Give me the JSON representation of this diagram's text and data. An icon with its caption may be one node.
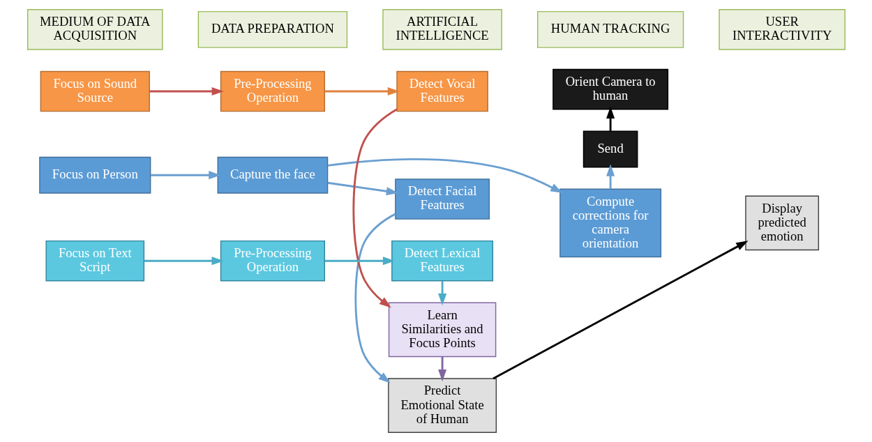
{
  "diagram": {
    "nodes": [
      {
        "text": [
          "MEDIUM OF DATA ACQUISITION"
        ]
      },
      {
        "text": [
          "DATA PREPARATION"
        ]
      },
      {
        "text": [
          "ARTIFICIAL INTELLIGENCE"
        ]
      },
      {
        "text": [
          "HUMAN TRACKING"
        ]
      },
      {
        "text": [
          "USER INTERACTIVITY"
        ]
      },
      {
        "text": [
          "Orient Camera to human"
        ]
      },
      {
        "text": [
          "Send"
        ]
      },
      {
        "text": [
          "Compute corrections for camera orientation"
        ]
      },
      {
        "text": [
          "Focus on Person"
        ]
      },
      {
        "text": [
          "Capture the face"
        ]
      },
      {
        "text": [
          "Detect Facial Features"
        ]
      },
      {
        "text": [
          "Predict Emotional State of Human"
        ]
      },
      {
        "text": [
          "Display predicted emotion"
        ]
      },
      {
        "text": [
          "Focus on Sound Source"
        ]
      },
      {
        "text": [
          "Pre-Processing Operation"
        ]
      },
      {
        "text": [
          "Detect Vocal Features"
        ]
      },
      {
        "text": [
          "Learn Similarities and Focus Points"
        ]
      },
      {
        "text": [
          "Focus on Text Script"
        ]
      },
      {
        "text": [
          "Pre-Processing Operation"
        ]
      },
      {
        "text": [
          "Detect Lexical Features"
        ]
      }
    ],
    "edges": [
      {
        "from": 8,
        "to": 9,
        "arrow": "to"
      },
      {
        "from": 9,
        "to": 7,
        "arrow": "to"
      },
      {
        "from": 9,
        "to": 10,
        "arrow": "to"
      },
      {
        "from": 10,
        "to": 11,
        "arrow": "to"
      },
      {
        "from": 7,
        "to": 6,
        "arrow": "to"
      },
      {
        "from": 6,
        "to": 5,
        "arrow": "to",
        "color": "#000000"
      },
      {
        "from": 11,
        "to": 12,
        "arrow": "to",
        "color": "#000000"
      },
      {
        "from": 13,
        "to": 14,
        "arrow": "to",
        "color": "#c0504d"
      },
      {
        "from": 14,
        "to": 15,
        "arrow": "to",
        "color": "#e0823d"
      },
      {
        "from": 15,
        "to": 16,
        "arrow": "to",
        "color": "#c0504d"
      },
      {
        "from": 17,
        "to": 18,
        "arrow": "to",
        "color": "#4bacc6"
      },
      {
        "from": 18,
        "to": 19,
        "arrow": "to",
        "color": "#4bacc6"
      },
      {
        "from": 19,
        "to": 16,
        "arrow": "to",
        "color": "#4bacc6"
      },
      {
        "from": 16,
        "to": 11,
        "arrow": "to",
        "color": "#8064a2"
      }
    ]
  }
}
